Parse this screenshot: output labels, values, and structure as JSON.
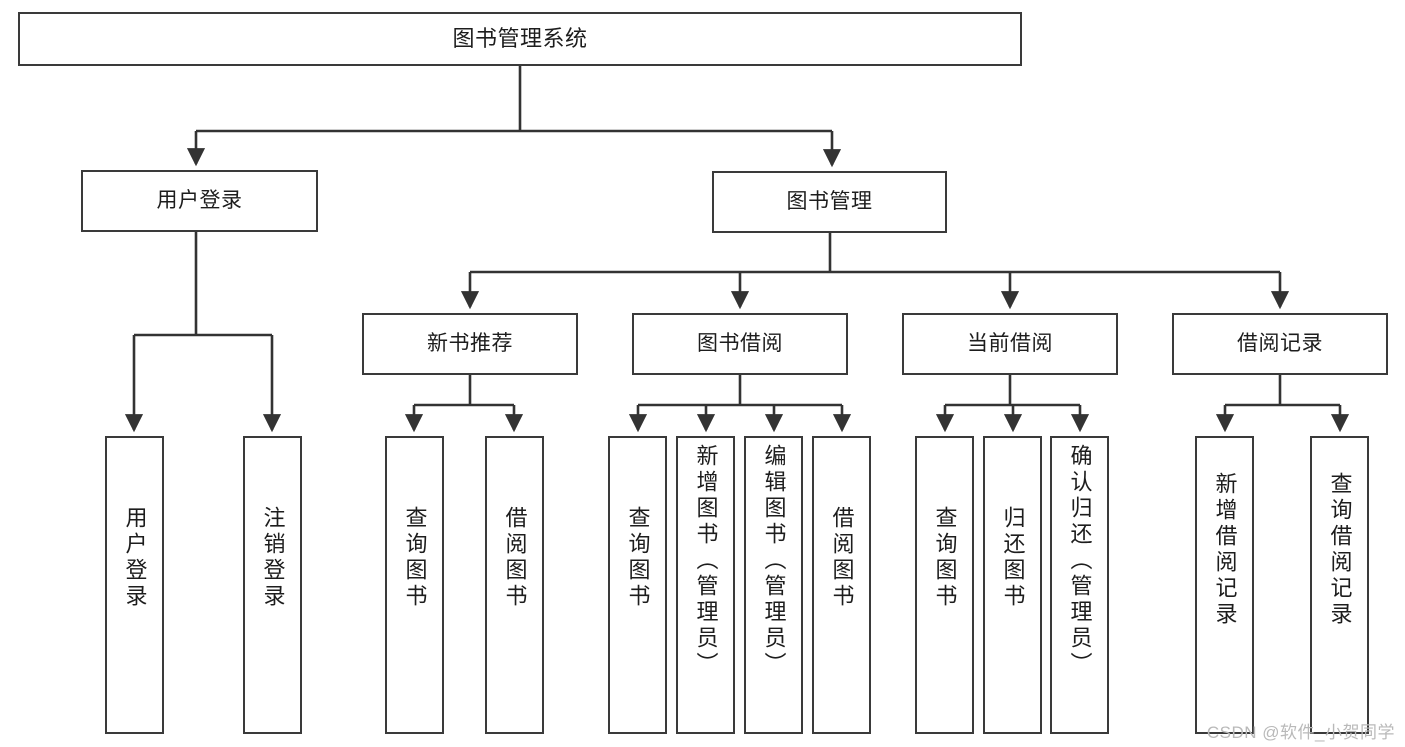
{
  "diagram": {
    "title": "图书管理系统",
    "type": "tree",
    "colors": {
      "background": "#ffffff",
      "box_border": "#3a3a3a",
      "box_fill": "#ffffff",
      "edge": "#333333",
      "text": "#1d1d1d",
      "watermark": "#b9b9b9"
    },
    "root": {
      "label": "图书管理系统"
    },
    "level2": [
      {
        "label": "用户登录"
      },
      {
        "label": "图书管理"
      }
    ],
    "level3": [
      {
        "label": "新书推荐"
      },
      {
        "label": "图书借阅"
      },
      {
        "label": "当前借阅"
      },
      {
        "label": "借阅记录"
      }
    ],
    "leaves": {
      "user_login": [
        {
          "label": "用户登录"
        },
        {
          "label": "注销登录"
        }
      ],
      "new_book_recommend": [
        {
          "label": "查询图书"
        },
        {
          "label": "借阅图书"
        }
      ],
      "book_borrow": [
        {
          "label": "查询图书"
        },
        {
          "label": "新增图书（管理员）"
        },
        {
          "label": "编辑图书（管理员）"
        },
        {
          "label": "借阅图书"
        }
      ],
      "current_borrow": [
        {
          "label": "查询图书"
        },
        {
          "label": "归还图书"
        },
        {
          "label": "确认归还（管理员）"
        }
      ],
      "borrow_record": [
        {
          "label": "新增借阅记录"
        },
        {
          "label": "查询借阅记录"
        }
      ]
    }
  },
  "watermark": {
    "text": "CSDN @软件_小贺同学"
  }
}
